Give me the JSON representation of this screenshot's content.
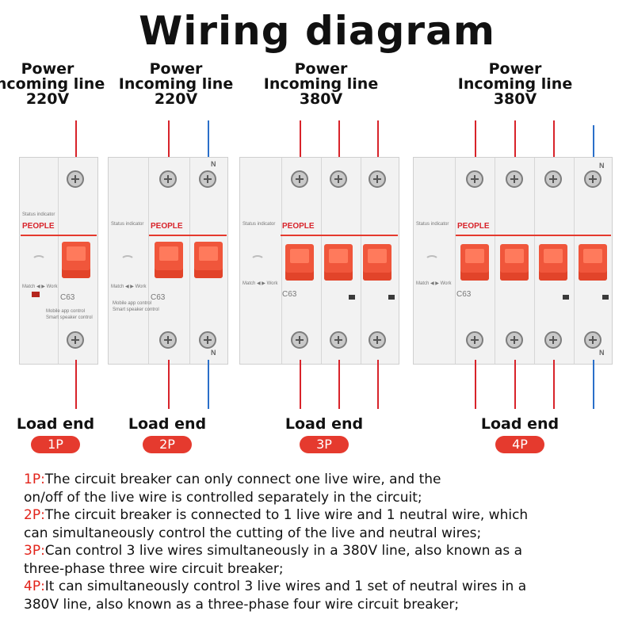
{
  "title": "Wiring diagram",
  "columns": [
    {
      "power": [
        "Power",
        "Incoming line",
        "220V"
      ],
      "load": "Load end",
      "badge": "1P"
    },
    {
      "power": [
        "Power",
        "Incoming line",
        "220V"
      ],
      "load": "Load end",
      "badge": "2P"
    },
    {
      "power": [
        "Power",
        "Incoming line",
        "380V"
      ],
      "load": "Load end",
      "badge": "3P"
    },
    {
      "power": [
        "Power",
        "Incoming line",
        "380V"
      ],
      "load": "Load end",
      "badge": "4P"
    }
  ],
  "device": {
    "brand": "PEOPLE",
    "model": "C63",
    "status_indicator": "Status indicator",
    "match_work": "Match ◀ ▶ Work",
    "mobile_text": "Mobile app control",
    "speaker_text": "Smart speaker control",
    "neutral_mark": "N"
  },
  "descriptions": [
    {
      "tag": "1P:",
      "lines": [
        "The circuit breaker can only connect one live wire, and the",
        "on/off of the live wire is controlled separately in the circuit;"
      ]
    },
    {
      "tag": "2P:",
      "lines": [
        "The circuit breaker is connected to 1 live wire and 1 neutral wire, which",
        "can simultaneously control the cutting of the live and neutral wires;"
      ]
    },
    {
      "tag": "3P:",
      "lines": [
        "Can control 3 live wires simultaneously in a 380V line, also known as a",
        "three-phase three wire circuit breaker;"
      ]
    },
    {
      "tag": "4P:",
      "lines": [
        "It can simultaneously control 3 live wires and 1 set of neutral wires in a",
        "380V line, also known as a three-phase four wire circuit breaker;"
      ]
    }
  ],
  "colors": {
    "accent": "#e53a2e",
    "live_wire": "#d8232a",
    "neutral_wire": "#2a6fc9"
  }
}
